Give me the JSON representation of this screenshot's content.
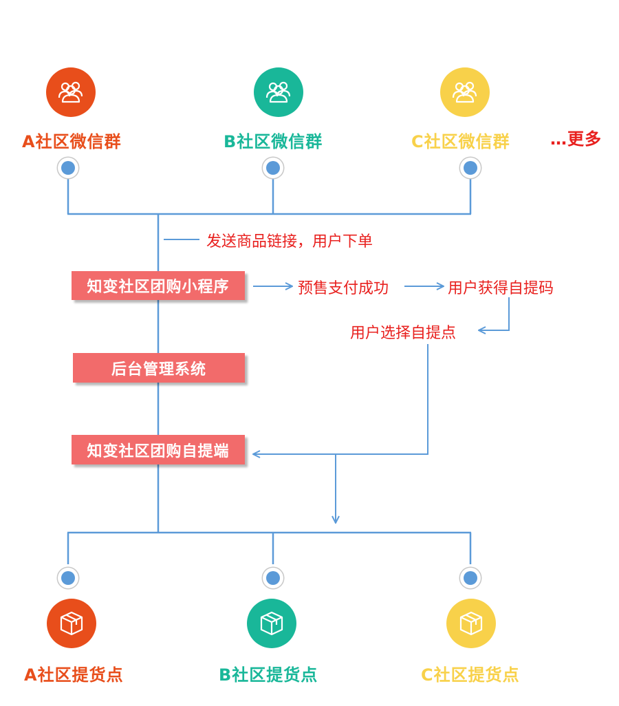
{
  "top_groups": [
    {
      "label": "A社区微信群",
      "color": "#e84e1b"
    },
    {
      "label": "B社区微信群",
      "color": "#19b799"
    },
    {
      "label": "C社区微信群",
      "color": "#f8d14a"
    }
  ],
  "more_label": "…更多",
  "more_color": "#e8201e",
  "line_color": "#5b9ad8",
  "flow_notes": {
    "send_link": "发送商品链接，用户下单",
    "presale_paid": "预售支付成功",
    "get_code": "用户获得自提码",
    "choose_point": "用户选择自提点"
  },
  "boxes": {
    "mini_program": "知变社区团购小程序",
    "backend": "后台管理系统",
    "pickup_end": "知变社区团购自提端"
  },
  "bottom_points": [
    {
      "label": "A社区提货点",
      "color": "#e84e1b"
    },
    {
      "label": "B社区提货点",
      "color": "#19b799"
    },
    {
      "label": "C社区提货点",
      "color": "#f8d14a"
    }
  ],
  "icons": {
    "group": "group-people-icon",
    "box": "package-box-icon"
  }
}
